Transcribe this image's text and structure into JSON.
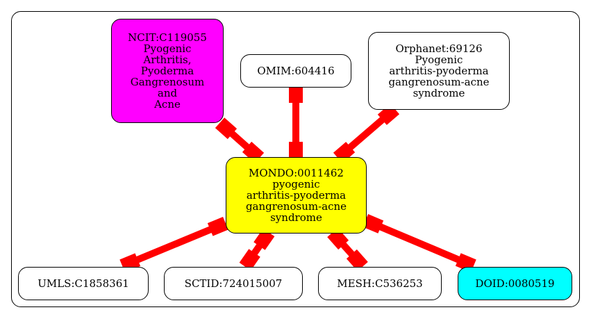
{
  "colors": {
    "edge": "#ff0000",
    "center_fill": "#ffff00",
    "ncit_fill": "#ff00ff",
    "doid_fill": "#00ffff",
    "default_fill": "#ffffff"
  },
  "nodes": {
    "center": {
      "label": "MONDO:0011462\npyogenic\narthritis-pyoderma\ngangrenosum-acne\nsyndrome"
    },
    "ncit": {
      "label": "NCIT:C119055\nPyogenic\nArthritis,\nPyoderma\nGangrenosum\nand\nAcne"
    },
    "omim": {
      "label": "OMIM:604416"
    },
    "orphanet": {
      "label": "Orphanet:69126\nPyogenic\narthritis-pyoderma\ngangrenosum-acne\nsyndrome"
    },
    "umls": {
      "label": "UMLS:C1858361"
    },
    "sctid": {
      "label": "SCTID:724015007"
    },
    "mesh": {
      "label": "MESH:C536253"
    },
    "doid": {
      "label": "DOID:0080519"
    }
  },
  "edges": [
    {
      "from": "ncit",
      "to": "center"
    },
    {
      "from": "omim",
      "to": "center"
    },
    {
      "from": "orphanet",
      "to": "center"
    },
    {
      "from": "center",
      "to": "umls"
    },
    {
      "from": "center",
      "to": "sctid"
    },
    {
      "from": "center",
      "to": "mesh"
    },
    {
      "from": "center",
      "to": "doid"
    }
  ]
}
